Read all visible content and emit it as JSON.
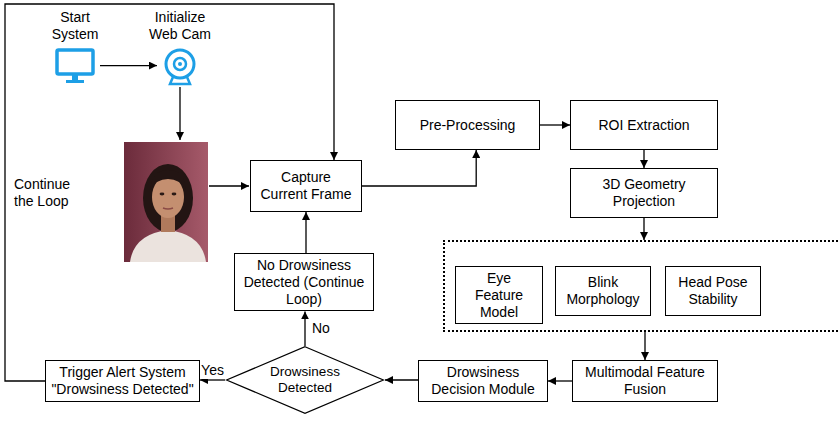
{
  "diagram": {
    "nodes": [
      {
        "text": [
          "Start System"
        ]
      },
      {
        "text": [
          "Initialize Web Cam"
        ]
      },
      {
        "text": [
          "Capture Current Frame"
        ]
      },
      {
        "text": [
          "Pre-Processing"
        ]
      },
      {
        "text": [
          "ROI Extraction"
        ]
      },
      {
        "text": [
          "3D Geometry Projection"
        ]
      },
      {
        "text": []
      },
      {
        "text": [
          "Eye Feature Model"
        ],
        "in": 6
      },
      {
        "text": [
          "Blink Morphology"
        ],
        "in": 6
      },
      {
        "text": [
          "Head Pose Stability"
        ],
        "in": 6
      },
      {
        "text": [
          "Multimodal Feature Fusion"
        ]
      },
      {
        "text": [
          "Drowsiness Decision Module"
        ]
      },
      {
        "text": [
          "Drowsiness Detected"
        ]
      },
      {
        "text": [
          "Trigger Alert System \"Drowsiness Detected\""
        ]
      },
      {
        "text": [
          "No Drowsiness Detected (Continue Loop)"
        ]
      }
    ],
    "edges": [
      {
        "from": 0,
        "to": 1,
        "arrow": "to"
      },
      {
        "from": 2,
        "to": 3,
        "arrow": "to"
      },
      {
        "from": 3,
        "to": 4,
        "arrow": "to"
      },
      {
        "from": 4,
        "to": 5,
        "arrow": "to"
      },
      {
        "from": 5,
        "to": 6,
        "arrow": "to"
      },
      {
        "from": 6,
        "to": 10,
        "arrow": "to"
      },
      {
        "from": 10,
        "to": 11,
        "arrow": "to"
      },
      {
        "from": 11,
        "to": 12,
        "arrow": "to"
      },
      {
        "from": 12,
        "to": 13,
        "label": "Yes",
        "arrow": "to"
      },
      {
        "from": 12,
        "to": 14,
        "label": "No",
        "arrow": "to"
      },
      {
        "from": 14,
        "to": 2,
        "arrow": "to"
      },
      {
        "from": 13,
        "to": 2,
        "label": "Continue the Loop",
        "arrow": "to"
      }
    ]
  }
}
